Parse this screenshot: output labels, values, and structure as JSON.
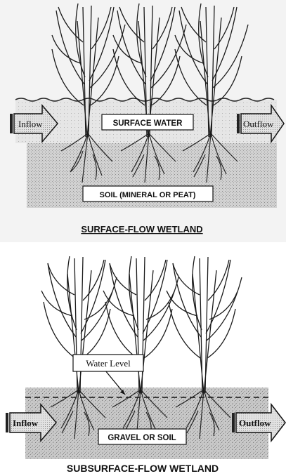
{
  "diagrams": [
    {
      "title": "SURFACE-FLOW WETLAND",
      "labels": {
        "inflow": "Inflow",
        "outflow": "Outflow",
        "water": "SURFACE WATER",
        "soil": "SOIL (MINERAL OR PEAT)"
      }
    },
    {
      "title": "SUBSURFACE-FLOW WETLAND",
      "labels": {
        "inflow": "Inflow",
        "outflow": "Outflow",
        "water_level": "Water Level",
        "media": "GRAVEL OR SOIL"
      }
    }
  ],
  "colors": {
    "background": "#ffffff",
    "panel_top": "#f2f2f2",
    "soil": "#cfcfcf",
    "water": "#e4e4e4",
    "ink": "#111111"
  }
}
